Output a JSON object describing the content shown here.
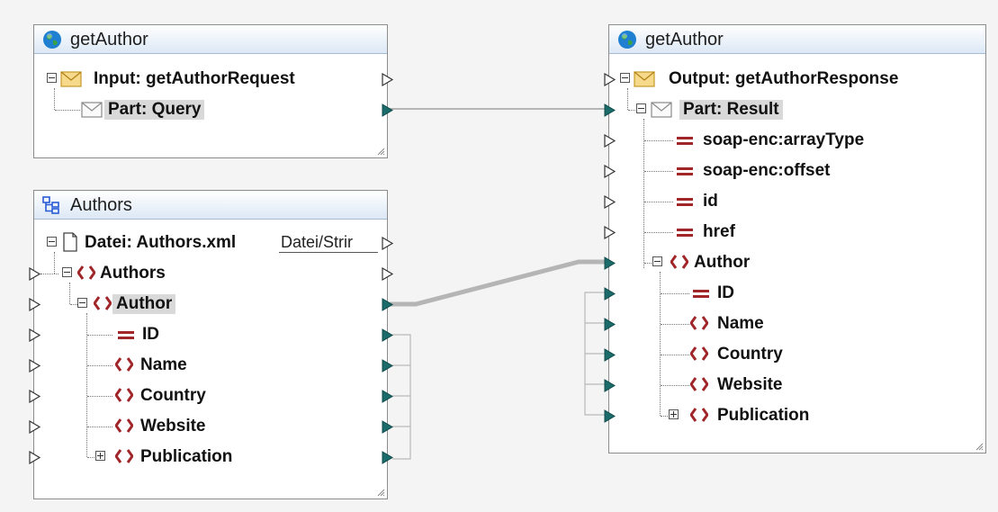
{
  "input_component": {
    "title": "getAuthor",
    "icon": "globe-icon",
    "items": {
      "request": "Input: getAuthorRequest",
      "query": "Part: Query"
    }
  },
  "authors_component": {
    "title": "Authors",
    "icon": "xml-schema-icon",
    "file_label": "Datei: Authors.xml",
    "file_dropdown": "Datei/Strir",
    "items": {
      "authors": "Authors",
      "author": "Author",
      "id": "ID",
      "name": "Name",
      "country": "Country",
      "website": "Website",
      "publication": "Publication"
    }
  },
  "output_component": {
    "title": "getAuthor",
    "icon": "globe-icon",
    "items": {
      "response": "Output: getAuthorResponse",
      "result": "Part: Result",
      "array_type": "soap-enc:arrayType",
      "offset": "soap-enc:offset",
      "id": "id",
      "href": "href",
      "author": "Author",
      "author_id": "ID",
      "name": "Name",
      "country": "Country",
      "website": "Website",
      "publication": "Publication"
    }
  },
  "colors": {
    "element_icon": "#a0262a",
    "connected_port": "#1c6b6b",
    "connection_line": "#a0a0a0",
    "title_gradient_bottom": "#dce8f5"
  }
}
